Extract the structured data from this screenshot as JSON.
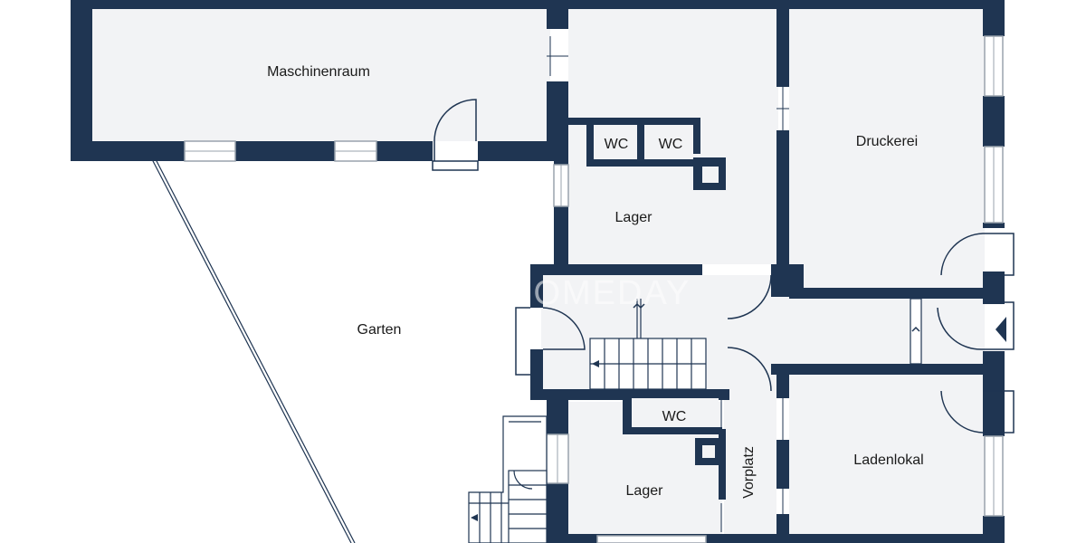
{
  "floor_plan": {
    "rooms": {
      "maschinenraum": "Maschinenraum",
      "druckerei": "Druckerei",
      "lager_upper": "Lager",
      "lager_lower": "Lager",
      "garten": "Garten",
      "ladenlokal": "Ladenlokal",
      "vorplatz": "Vorplatz",
      "wc_1": "WC",
      "wc_2": "WC",
      "wc_3": "WC"
    },
    "watermark": "HOMEDAY",
    "colors": {
      "wall": "#1f3552",
      "floor": "#f2f3f5",
      "window_frame": "#9aa3ad"
    }
  }
}
